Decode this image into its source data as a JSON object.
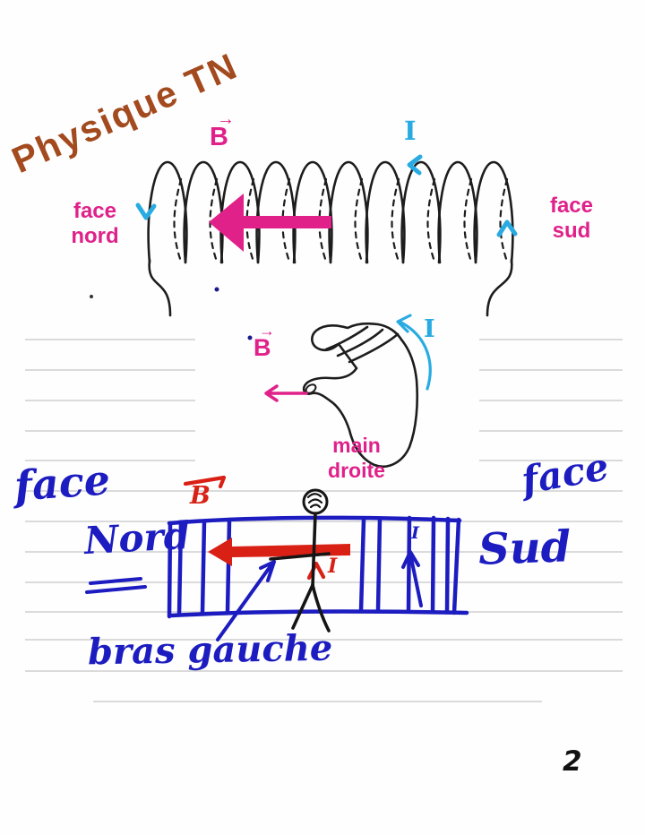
{
  "page": {
    "watermark": "Physique TN",
    "number": "2"
  },
  "colors": {
    "magenta": "#e0218a",
    "cyan": "#29abe2",
    "brown": "#a34a1e",
    "blue_ink": "#1c1cc0",
    "red_ink": "#d92015",
    "ruled_line": "#c6c6c6"
  },
  "printed": {
    "field": {
      "vector_arrow": "→",
      "symbol": "B"
    },
    "current": {
      "symbol": "I"
    },
    "face_nord": {
      "line1": "face",
      "line2": "nord"
    },
    "face_sud": {
      "line1": "face",
      "line2": "sud"
    },
    "hand": {
      "vector_arrow": "→",
      "field_symbol": "B",
      "current_symbol": "I",
      "caption_line1": "main",
      "caption_line2": "droite"
    }
  },
  "handwritten": {
    "face_left": "face",
    "nord": "Nord",
    "field_symbol": "B",
    "current_center": "I",
    "current_right": "I",
    "face_right": "face",
    "sud": "Sud",
    "bras_gauche": "bras gauche"
  }
}
